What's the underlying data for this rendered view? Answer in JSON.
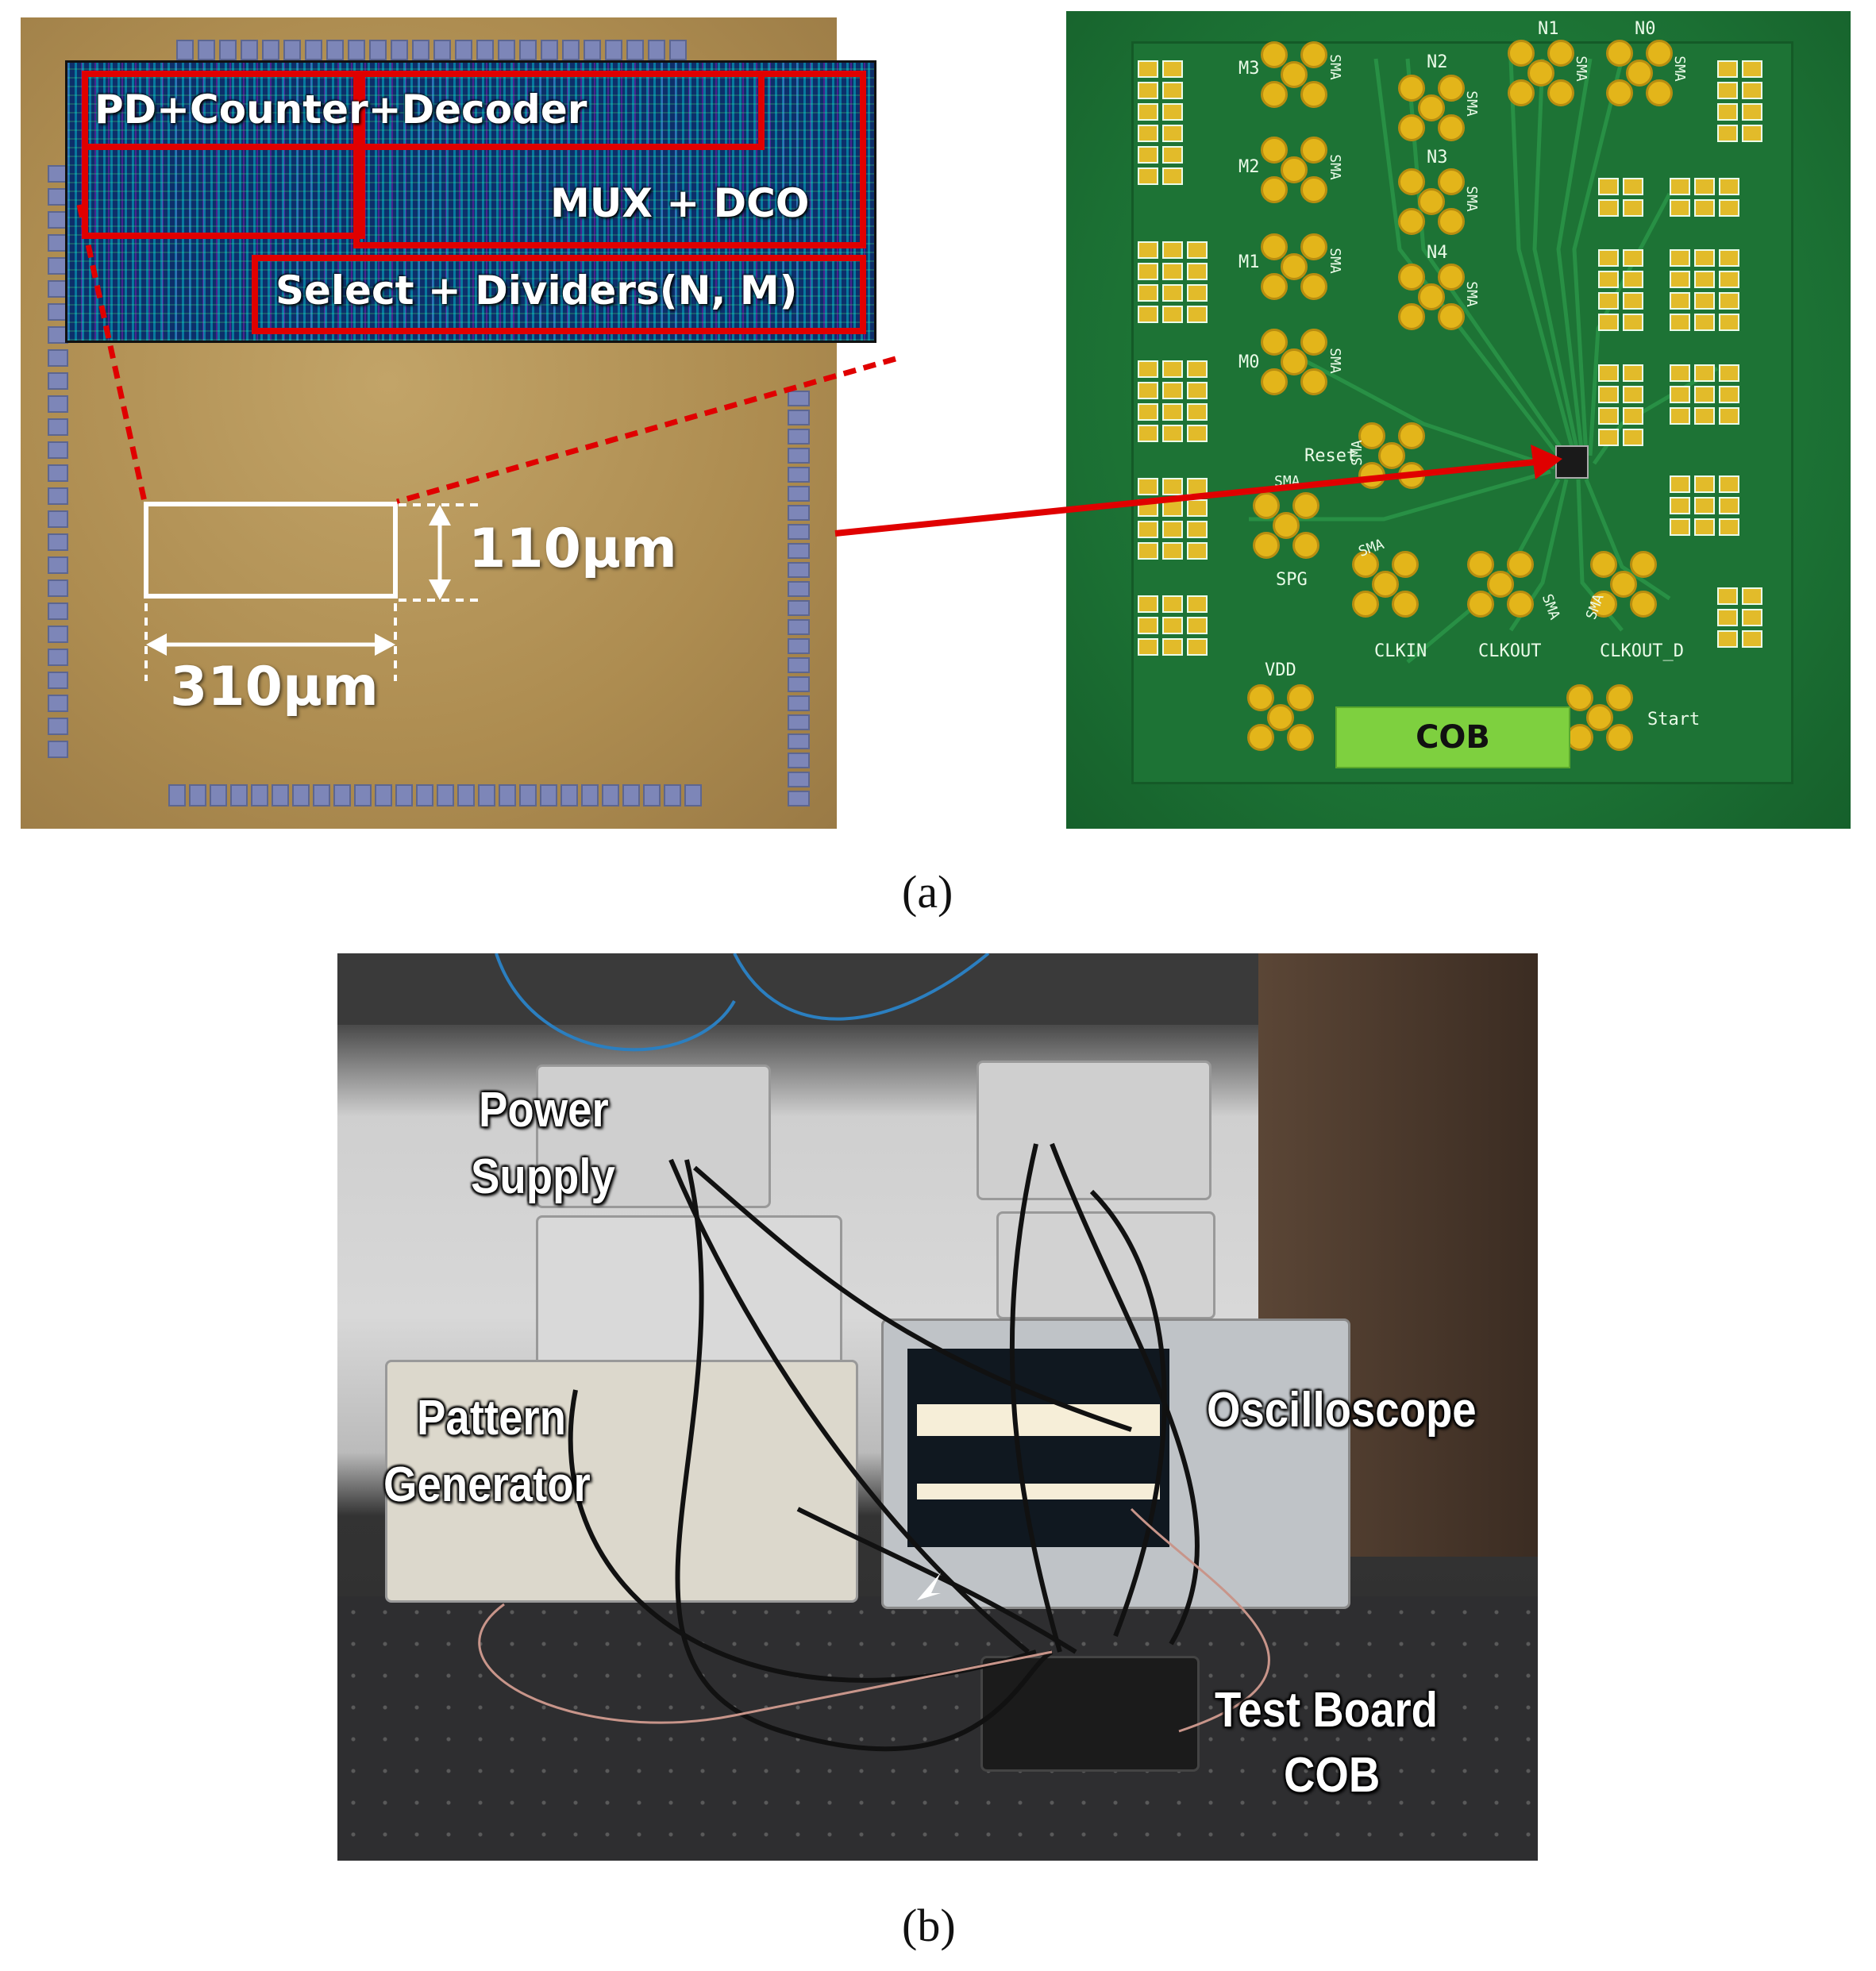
{
  "panel_a": {
    "caption": "(a)",
    "die": {
      "blocks": {
        "pd_counter_decoder": "PD+Counter+Decoder",
        "mux_dco": "MUX + DCO",
        "select_dividers": "Select + Dividers(N, M)"
      },
      "dimensions": {
        "height": "110μm",
        "width": "310μm"
      }
    },
    "pcb": {
      "connectors": {
        "m3": "M3",
        "m2": "M2",
        "m1": "M1",
        "m0": "M0",
        "n2": "N2",
        "n3": "N3",
        "n4": "N4",
        "n1": "N1",
        "n0": "N0",
        "reset": "Reset",
        "spg": "SPG",
        "clkin": "CLKIN",
        "clkout": "CLKOUT",
        "clkout_d": "CLKOUT_D",
        "vdd": "VDD",
        "start": "Start",
        "sma": "SMA"
      },
      "cob_label": "COB"
    }
  },
  "panel_b": {
    "caption": "(b)",
    "labels": {
      "power_supply_line1": "Power",
      "power_supply_line2": "Supply",
      "pattern_generator_line1": "Pattern",
      "pattern_generator_line2": "Generator",
      "oscilloscope": "Oscilloscope",
      "test_board_line1": "Test Board",
      "test_board_line2": "COB"
    }
  },
  "colors": {
    "highlight_red": "#e00000",
    "cob_green": "#7ed03f",
    "pcb_green": "#1f7a38",
    "pad_gold": "#e3b51a"
  }
}
